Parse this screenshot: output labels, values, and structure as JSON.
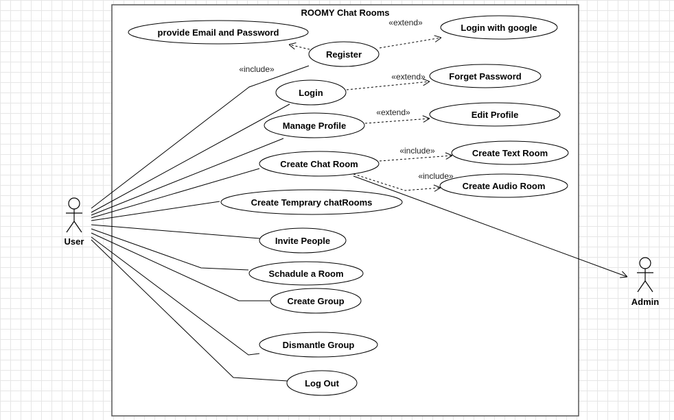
{
  "system": {
    "title": "ROOMY Chat Rooms"
  },
  "actors": {
    "user": {
      "label": "User"
    },
    "admin": {
      "label": "Admin"
    }
  },
  "use_cases": {
    "provide_email": "provide Email and Password",
    "register": "Register",
    "login_google": "Login with google",
    "login": "Login",
    "forget_password": "Forget Password",
    "manage_profile": "Manage Profile",
    "edit_profile": "Edit Profile",
    "create_chat_room": "Create Chat Room",
    "create_text_room": "Create Text Room",
    "create_audio_room": "Create Audio Room",
    "create_temp_rooms": "Create Temprary chatRooms",
    "invite_people": "Invite People",
    "schedule_room": "Schadule a Room",
    "create_group": "Create Group",
    "dismantle_group": "Dismantle Group",
    "log_out": "Log Out"
  },
  "relations": {
    "include_register": "«include»",
    "extend_google": "«extend»",
    "extend_forget": "«extend»",
    "extend_edit": "«extend»",
    "include_text": "«include»",
    "include_audio": "«include»"
  }
}
